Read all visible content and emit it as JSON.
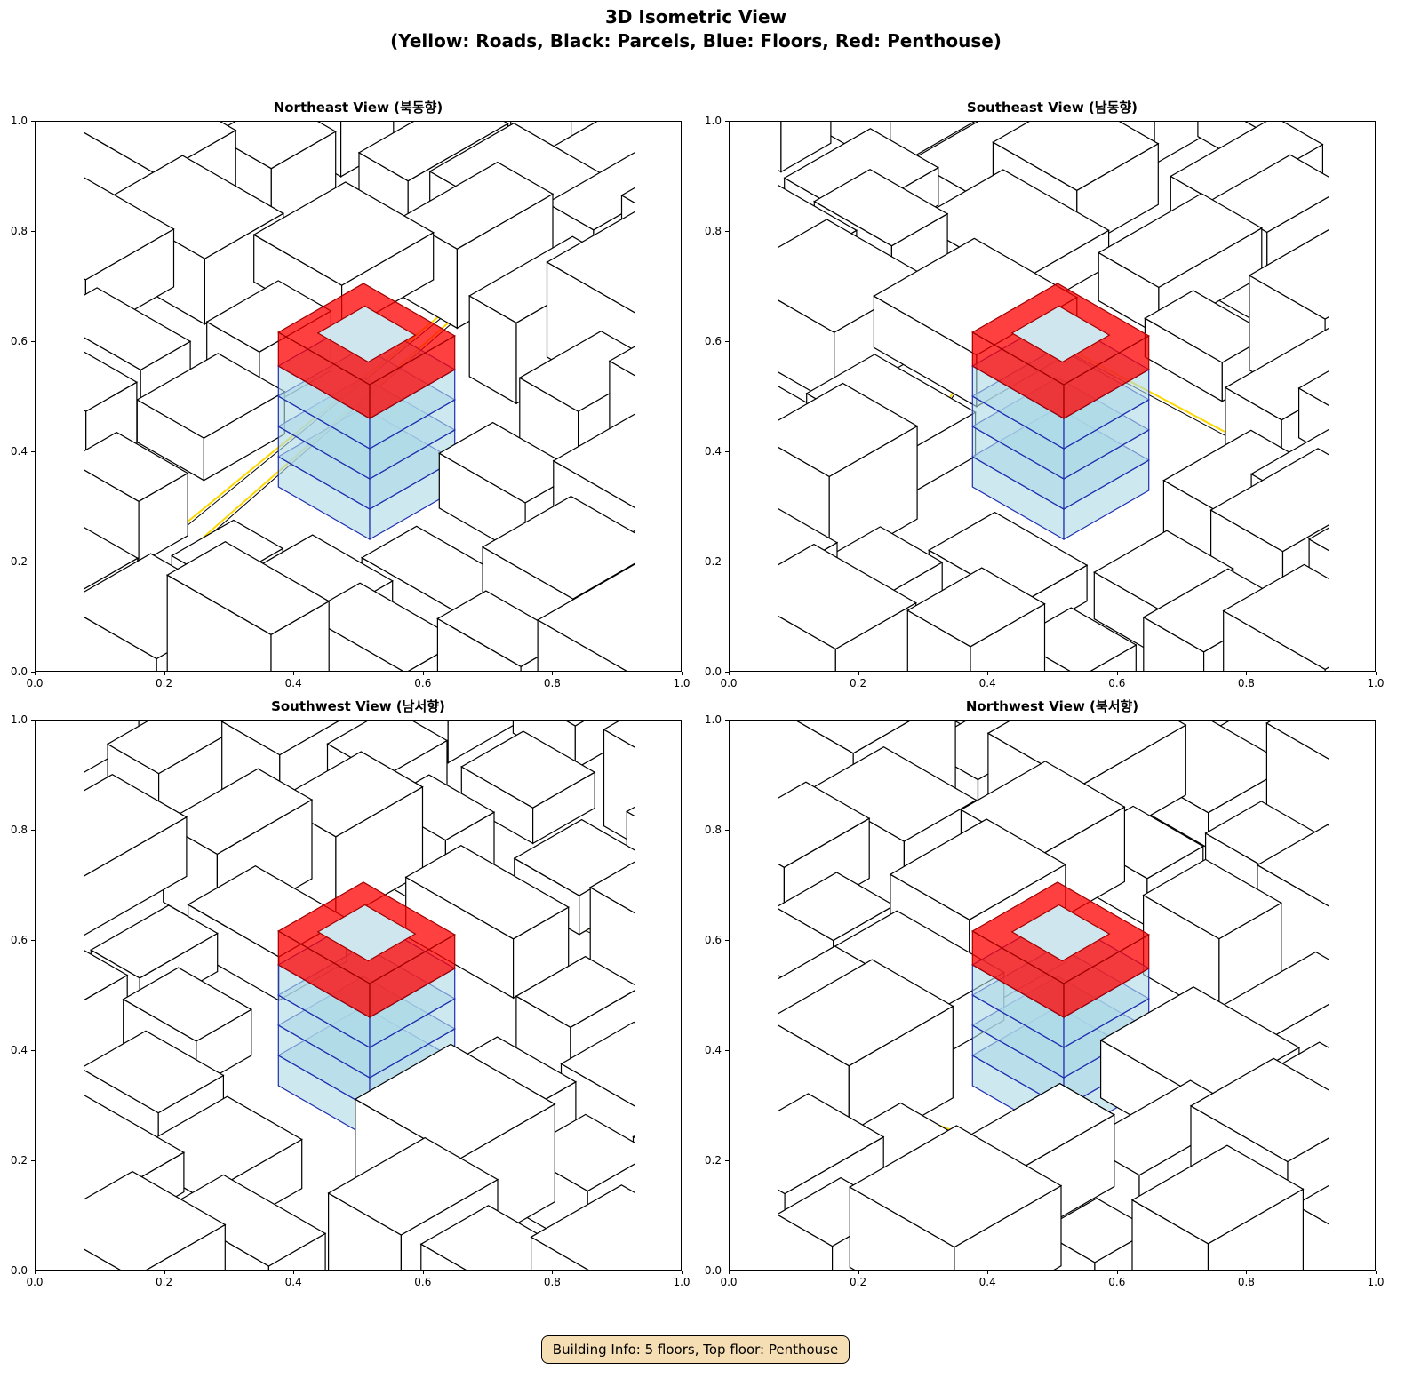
{
  "title_line1": "3D Isometric View",
  "title_line2": "(Yellow: Roads, Black: Parcels, Blue: Floors, Red: Penthouse)",
  "panels": [
    {
      "title": "Northeast View (북동향)"
    },
    {
      "title": "Southeast View (남동향)"
    },
    {
      "title": "Southwest View (남서향)"
    },
    {
      "title": "Northwest View (북서향)"
    }
  ],
  "axis_ticks": [
    "0.0",
    "0.2",
    "0.4",
    "0.6",
    "0.8",
    "1.0"
  ],
  "footer": "Building Info: 5 floors, Top floor: Penthouse",
  "colors": {
    "road": "#ffd700",
    "parcel": "#000000",
    "floor_fill": "#add8e6",
    "floor_edge": "#1f2fb0",
    "penthouse": "#ff0000",
    "footer_bg": "#f5deb3"
  }
}
